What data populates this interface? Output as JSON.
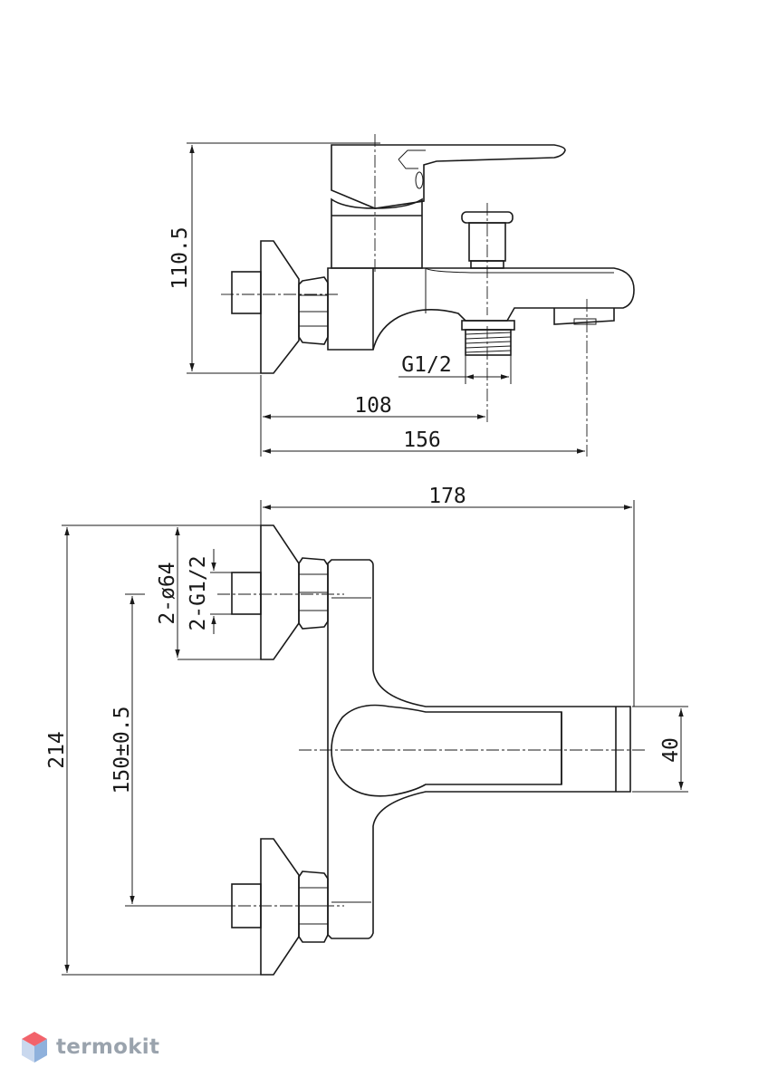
{
  "side_view": {
    "dim_height": "110.5",
    "dim_thread": "G1/2",
    "dim_108": "108",
    "dim_156": "156"
  },
  "front_view": {
    "dim_width": "178",
    "dim_inlet_dia": "2-ø64",
    "dim_inlet_thread": "2-G1/2",
    "dim_spacing": "150±0.5",
    "dim_total_height": "214",
    "dim_spout_height": "40"
  },
  "watermark": {
    "brand": "termokit",
    "brand_colors": {
      "top": "#f2636b",
      "bottom": "#8fb1dc",
      "text": "#9aa3ad"
    },
    "icon": "cube-icon"
  }
}
